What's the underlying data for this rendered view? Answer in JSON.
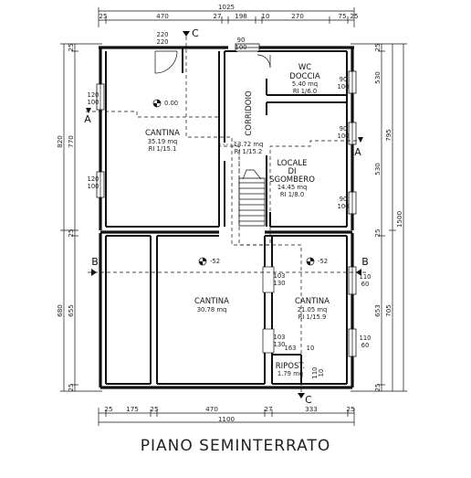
{
  "title": "PIANO SEMINTERRATO",
  "dims_top_total": "1025",
  "dims_top": [
    "25",
    "470",
    "27",
    "198",
    "10",
    "270",
    "75",
    "25"
  ],
  "dims_bottom": [
    "25",
    "175",
    "25",
    "470",
    "27",
    "333",
    "25"
  ],
  "dims_bottom_total": "1100",
  "dims_left": [
    "25",
    "820",
    "770",
    "25",
    "680",
    "655",
    "25"
  ],
  "dims_right": [
    "25",
    "795",
    "530",
    "1500",
    "25",
    "653",
    "705",
    "25"
  ],
  "sections": {
    "a": "A",
    "b": "B",
    "c": "C"
  },
  "rooms": {
    "cantina1": {
      "name": "CANTINA",
      "area": "35.19 mq",
      "ri": "RI 1/15.1"
    },
    "wc": {
      "name1": "WC",
      "name2": "DOCCIA",
      "area": "5.40 mq",
      "ri": "RI 1/6.0"
    },
    "corridoio": {
      "name": "CORRIDOIO",
      "area": "13.72 mq",
      "ri": "RI 1/15.2"
    },
    "locale": {
      "name1": "LOCALE",
      "name2": "DI",
      "name3": "SGOMBERO",
      "area": "14.45 mq",
      "ri": "RI 1/8.0"
    },
    "cantina2": {
      "name": "CANTINA",
      "area": "30.78 mq"
    },
    "cantina3": {
      "name": "CANTINA",
      "area": "21.05 mq",
      "ri": "RI 1/15.9"
    },
    "ripost": {
      "name": "RIPOST.",
      "area": "1.79 mq"
    }
  },
  "levels": {
    "l1": "0.00",
    "l2": "-52",
    "l3": "-52"
  },
  "openings": {
    "w1": [
      "120",
      "100"
    ],
    "w2": [
      "120",
      "100"
    ],
    "w3": [
      "90",
      "100"
    ],
    "w4": [
      "90",
      "100"
    ],
    "w5": [
      "90",
      "100"
    ],
    "w6": [
      "90",
      "100"
    ],
    "w7": [
      "110",
      "60"
    ],
    "w8": [
      "110",
      "60"
    ],
    "d1": [
      "103",
      "130"
    ],
    "d2": [
      "103",
      "130"
    ],
    "d3": [
      "220",
      "220"
    ],
    "d4": [
      "163",
      "10"
    ],
    "d5": [
      "110",
      "10"
    ]
  }
}
